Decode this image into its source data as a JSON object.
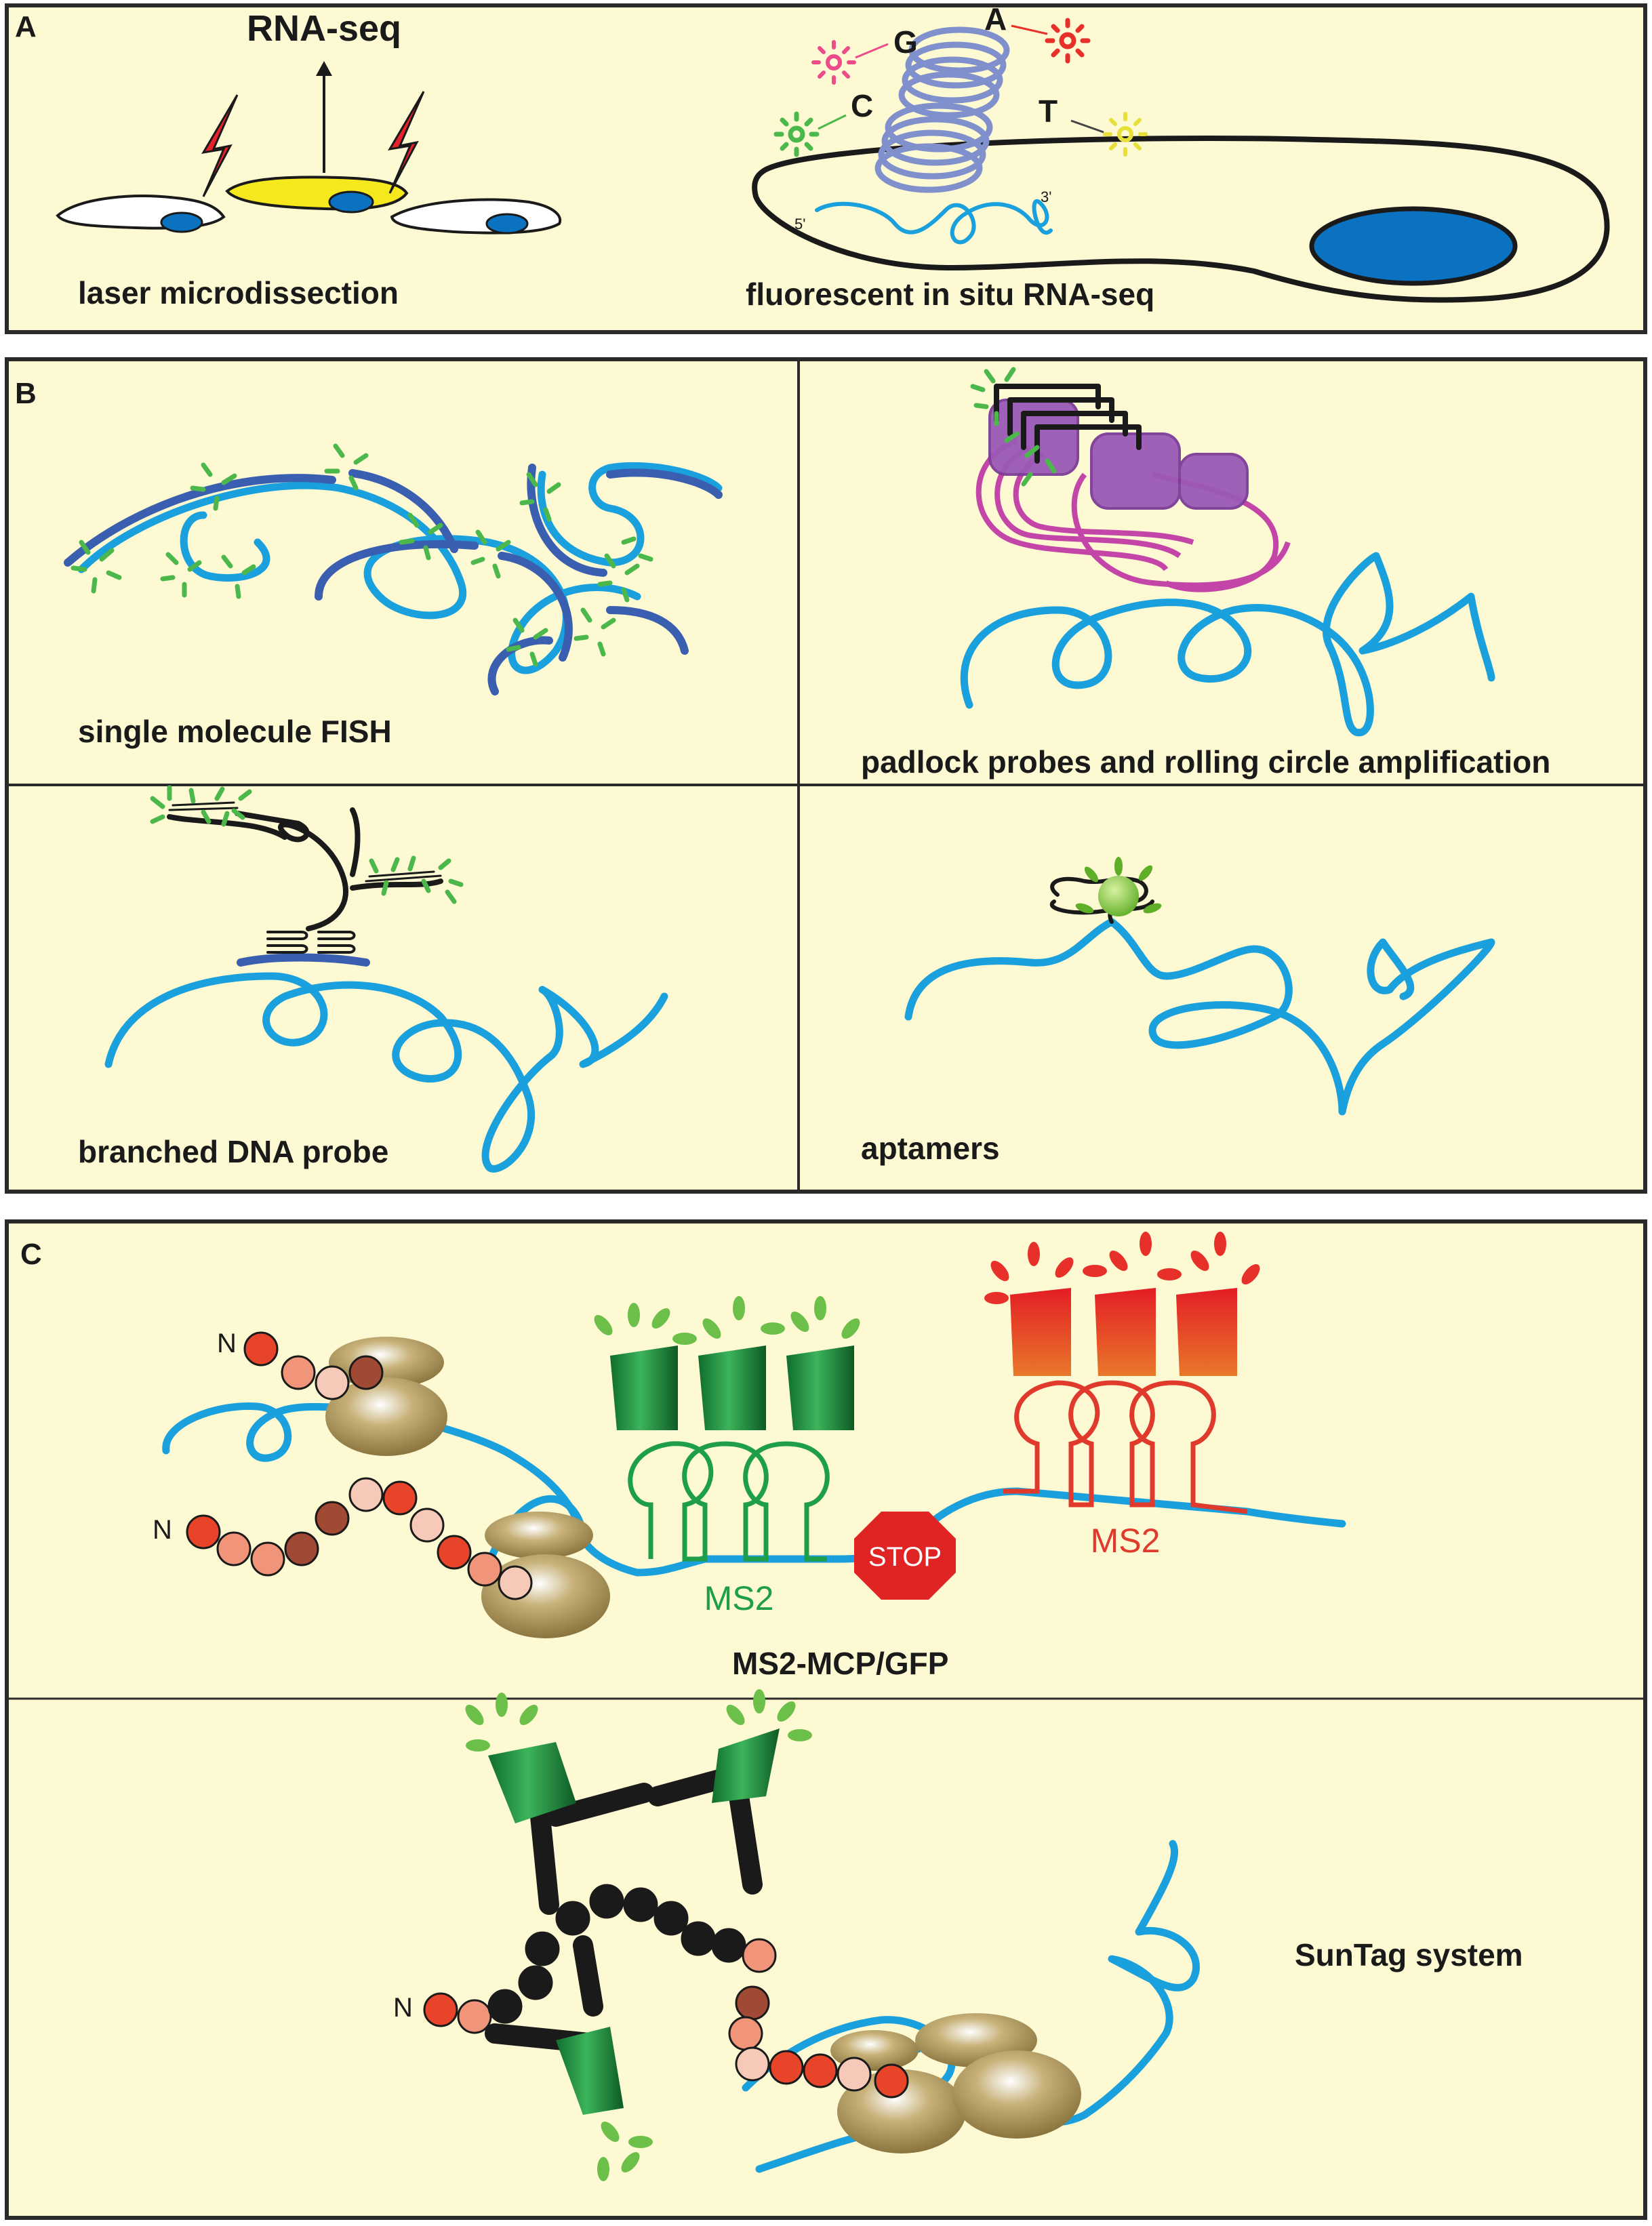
{
  "panels": {
    "A": {
      "letter": "A",
      "left_caption": "laser microdissection",
      "rna_seq": "RNA-seq",
      "right_caption": "fluorescent in situ RNA-seq",
      "bases": [
        "G",
        "A",
        "C",
        "T"
      ],
      "end5": "5'",
      "end3": "3'"
    },
    "B": {
      "letter": "B",
      "smfish": "single molecule FISH",
      "padlock": "padlock probes and rolling circle amplification",
      "bdna": "branched DNA probe",
      "aptamers": "aptamers"
    },
    "C": {
      "letter": "C",
      "n_label": "N",
      "stop": "STOP",
      "ms2": "MS2",
      "ms2_mcp": "MS2-MCP/GFP",
      "suntag": "SunTag system"
    }
  },
  "colors": {
    "panel_bg": "#fdf9d3",
    "rna": "#1aa0dc",
    "probe": "#3b5fb0",
    "fluor_green": "#4cb84c",
    "stop_red": "#e02424",
    "ms2_red": "#e03a2c",
    "ms2_green": "#1e9e48",
    "ribosome": "#9a8448",
    "laser": "#e8202a",
    "cell_yellow": "#f5e81c",
    "nucleus": "#0a72c0",
    "padlock_pink": "#c445a8",
    "padlock_purple": "#9b59b6"
  },
  "icons": [
    "laser-bolt-icon",
    "fluorophore-icon",
    "ribosome-icon",
    "stop-sign-icon",
    "gfp-barrel-icon"
  ]
}
